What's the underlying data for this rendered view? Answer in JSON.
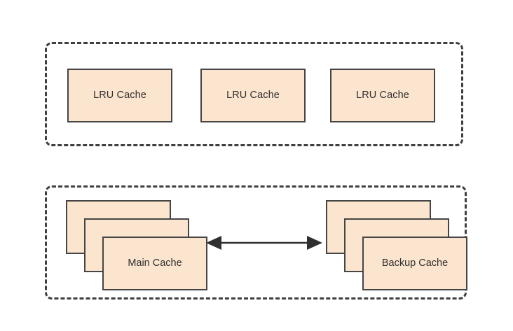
{
  "diagram": {
    "title": "Cache architecture diagram",
    "background_color": "#ffffff",
    "node_fill_color": "#fce5ce",
    "node_border_color": "#454545",
    "group_border_color": "#3f3f3f",
    "text_color": "#2f2f2f",
    "arrow_color": "#2f2f2f"
  },
  "groups": [
    {
      "id": "lru-group",
      "name": "lru-cache-group",
      "border_style": "dashed",
      "nodes": [
        {
          "id": "lru-0",
          "label": "LRU Cache"
        },
        {
          "id": "lru-1",
          "label": "LRU Cache"
        },
        {
          "id": "lru-2",
          "label": "LRU Cache"
        }
      ]
    },
    {
      "id": "replication-group",
      "name": "replication-group",
      "border_style": "dashed",
      "stacks": [
        {
          "id": "main-stack",
          "label": "Main Cache",
          "sheets": 3
        },
        {
          "id": "backup-stack",
          "label": "Backup Cache",
          "sheets": 3
        }
      ],
      "connector": {
        "id": "sync-arrow",
        "type": "bidirectional-arrow",
        "label": "",
        "from": "main-stack",
        "to": "backup-stack"
      }
    }
  ]
}
